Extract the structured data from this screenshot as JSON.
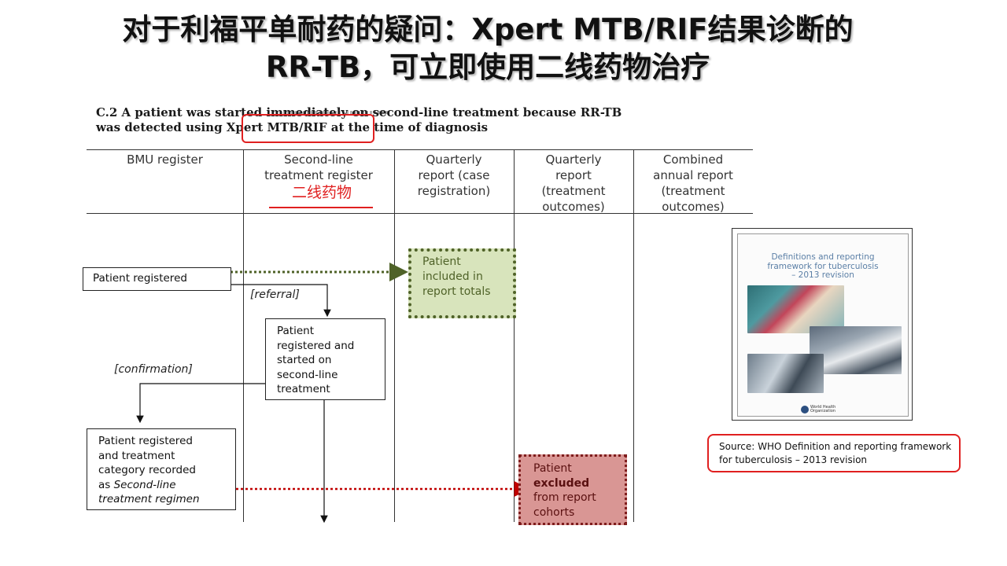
{
  "title": {
    "line1": "对于利福平单耐药的疑问：Xpert MTB/RIF结果诊断的",
    "line2": "RR-TB，可立即使用二线药物治疗"
  },
  "section": {
    "line1": "C.2 A patient was started immediately on second-line treatment because RR-TB",
    "line2": "was detected using Xpert MTB/RIF at the time of diagnosis"
  },
  "columns": [
    {
      "lines": [
        "BMU register"
      ]
    },
    {
      "lines": [
        "Second-line",
        "treatment register"
      ]
    },
    {
      "lines": [
        "Quarterly",
        "report (case",
        "registration)"
      ]
    },
    {
      "lines": [
        "Quarterly",
        "report",
        "(treatment",
        "outcomes)"
      ]
    },
    {
      "lines": [
        "Combined",
        "annual report",
        "(treatment",
        "outcomes)"
      ]
    }
  ],
  "annotation_label": "二线药物",
  "boxes": {
    "patient_registered": "Patient registered",
    "referral": "[referral]",
    "second_line_started": [
      "Patient",
      "registered and",
      "started on",
      "second-line",
      "treatment"
    ],
    "confirmation": "[confirmation]",
    "category_recorded": [
      "Patient registered",
      "and treatment",
      "category recorded",
      "as ",
      "Second-line",
      "treatment regimen"
    ],
    "included": [
      "Patient",
      "included in",
      "report totals"
    ],
    "excluded": [
      "Patient",
      "excluded",
      "from report",
      "cohorts"
    ]
  },
  "who_cover": {
    "title": [
      "Definitions and reporting",
      "framework for tuberculosis",
      "– 2013 revision"
    ],
    "logo": [
      "World Health",
      "Organization"
    ]
  },
  "source": {
    "line1": "Source: WHO Definition and reporting framework",
    "line2": "for tuberculosis – 2013 revision"
  },
  "colors": {
    "red": "#e02020",
    "green_fill": "#d8e4bc",
    "green_border": "#4f6228",
    "pink_fill": "#d99694",
    "pink_border": "#7f1d1d"
  }
}
